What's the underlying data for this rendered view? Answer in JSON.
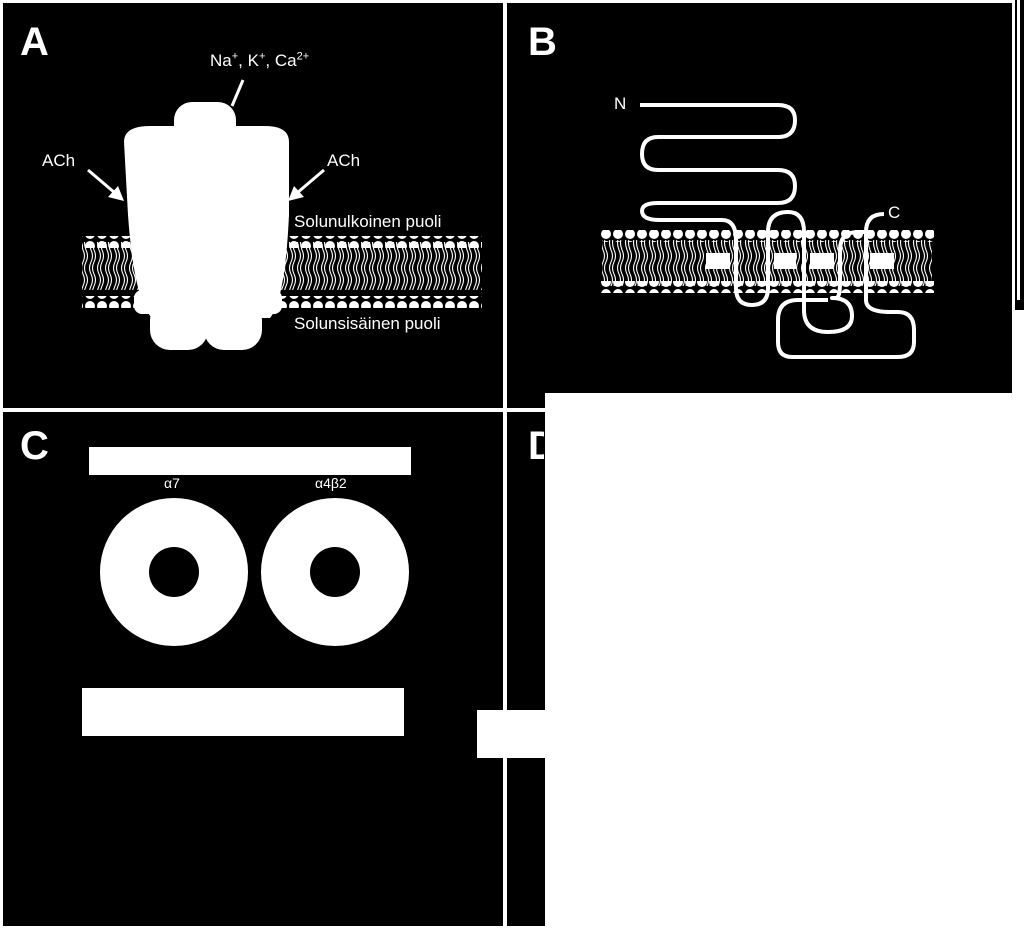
{
  "panels": {
    "a": {
      "letter": "A",
      "ions": {
        "na": "Na",
        "na_sup": "+",
        "k": "K",
        "k_sup": "+",
        "ca": "Ca",
        "ca_sup": "2+",
        "sep": ", "
      },
      "ach_left": "ACh",
      "ach_right": "ACh",
      "outer_side": "Solunulkoinen puoli",
      "inner_side": "Solunsisäinen puoli"
    },
    "b": {
      "letter": "B",
      "n_terminus": "N",
      "c_terminus": "C"
    },
    "c": {
      "letter": "C",
      "ring_left": "α7",
      "ring_right": "α4β2"
    },
    "d": {
      "letter": "D"
    }
  },
  "colors": {
    "background": "#000000",
    "foreground": "#ffffff"
  }
}
